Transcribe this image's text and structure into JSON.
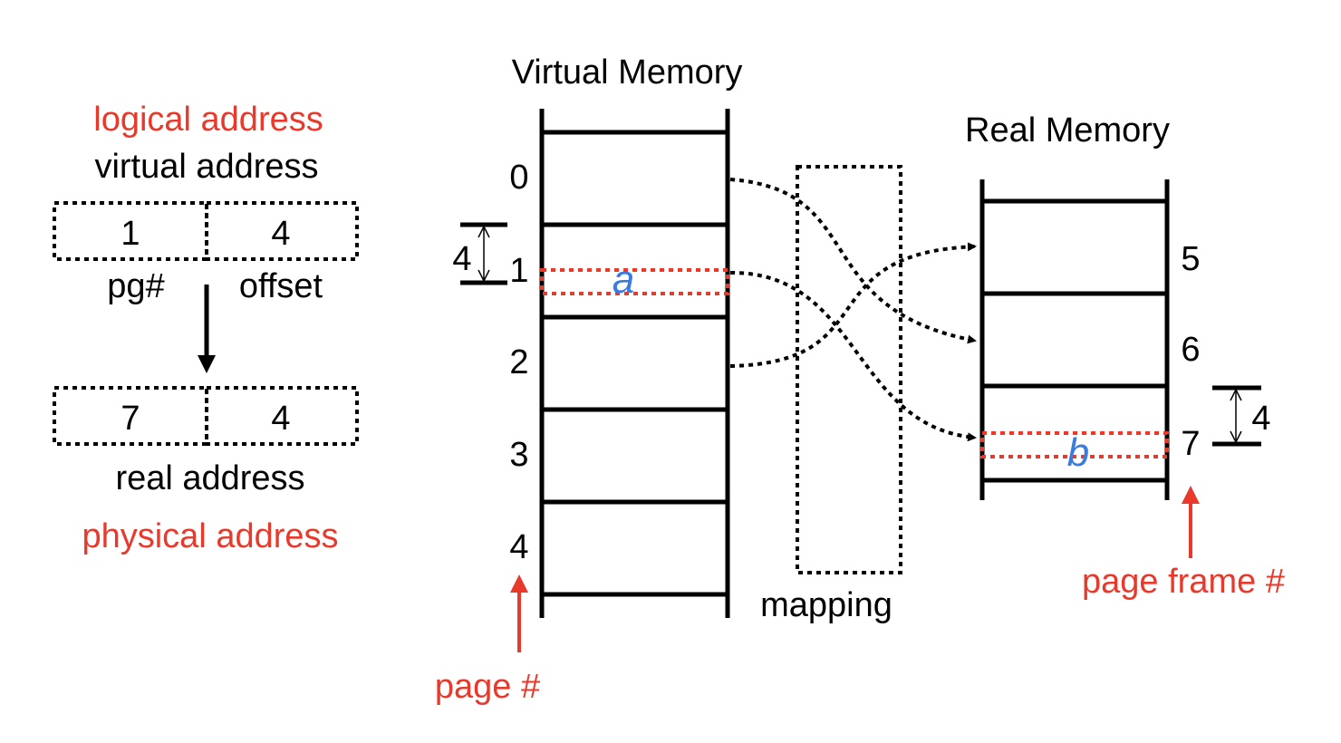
{
  "left": {
    "logical_label": "logical address",
    "virtual_label": "virtual address",
    "virtual_fields": {
      "page": "1",
      "offset": "4"
    },
    "field_labels": {
      "page": "pg#",
      "offset": "offset"
    },
    "real_fields": {
      "frame": "7",
      "offset": "4"
    },
    "real_label": "real address",
    "physical_label": "physical address"
  },
  "virtual_memory": {
    "title": "Virtual Memory",
    "pages": [
      "0",
      "1",
      "2",
      "3",
      "4"
    ],
    "highlight_letter": "a",
    "size_marker": "4",
    "page_number_label": "page #"
  },
  "mapping": {
    "label": "mapping"
  },
  "real_memory": {
    "title": "Real Memory",
    "frames": [
      "5",
      "6",
      "7"
    ],
    "highlight_letter": "b",
    "size_marker": "4",
    "frame_number_label": "page frame #"
  },
  "colors": {
    "text": "#000000",
    "accent_red": "#e8392b",
    "annotation_blue": "#3a7be0"
  }
}
